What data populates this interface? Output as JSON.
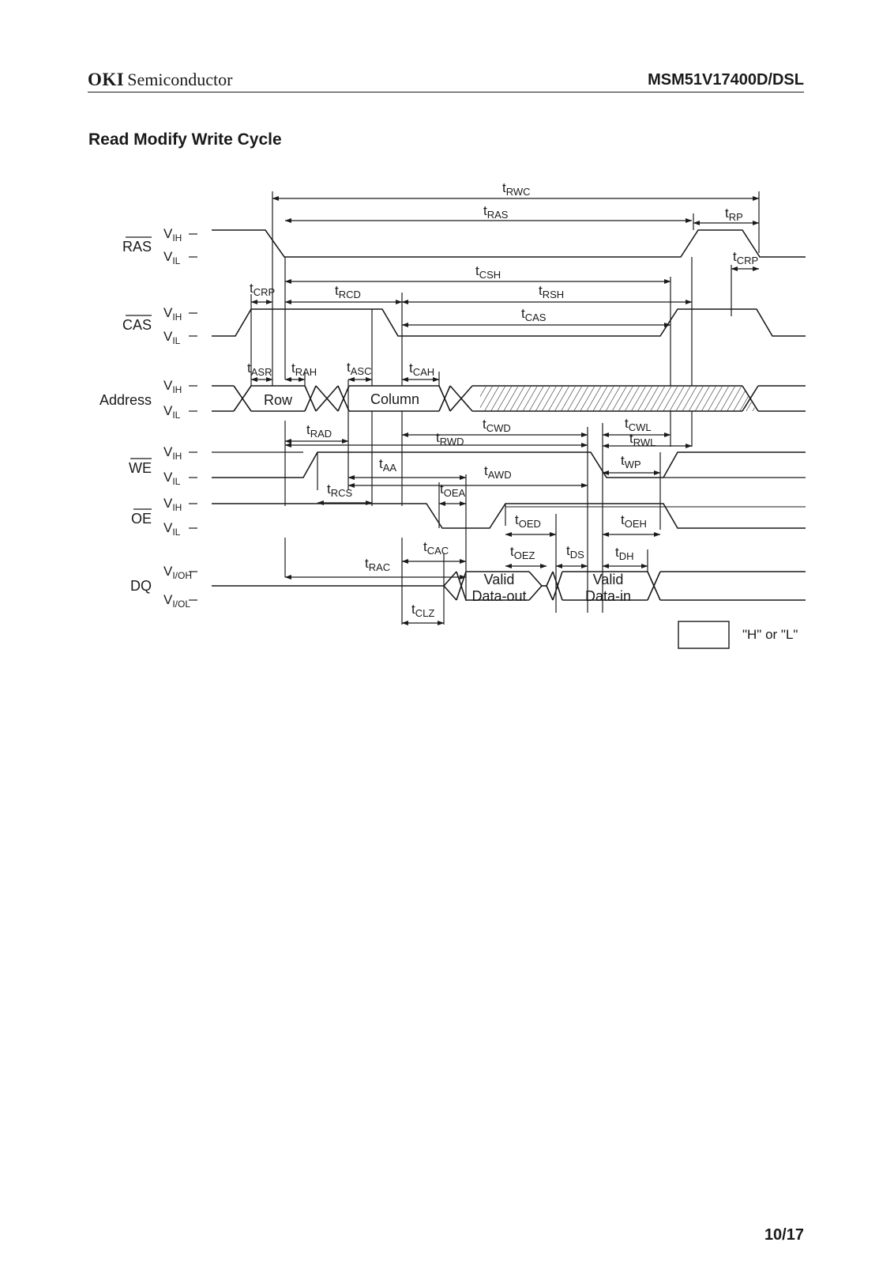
{
  "header": {
    "brand": "OKI",
    "brand_sub": "Semiconductor",
    "part_number": "MSM51V17400D/DSL"
  },
  "section_title": "Read Modify Write Cycle",
  "page_number": "10/17",
  "signals": [
    {
      "name": "RAS",
      "overbar": true,
      "high": {
        "base": "V",
        "sub": "IH"
      },
      "low": {
        "base": "V",
        "sub": "IL"
      }
    },
    {
      "name": "CAS",
      "overbar": true,
      "high": {
        "base": "V",
        "sub": "IH"
      },
      "low": {
        "base": "V",
        "sub": "IL"
      }
    },
    {
      "name": "Address",
      "overbar": false,
      "high": {
        "base": "V",
        "sub": "IH"
      },
      "low": {
        "base": "V",
        "sub": "IL"
      }
    },
    {
      "name": "WE",
      "overbar": true,
      "high": {
        "base": "V",
        "sub": "IH"
      },
      "low": {
        "base": "V",
        "sub": "IL"
      }
    },
    {
      "name": "OE",
      "overbar": true,
      "high": {
        "base": "V",
        "sub": "IH"
      },
      "low": {
        "base": "V",
        "sub": "IL"
      }
    },
    {
      "name": "DQ",
      "overbar": false,
      "high": {
        "base": "V",
        "sub": "I/OH"
      },
      "low": {
        "base": "V",
        "sub": "I/OL"
      }
    }
  ],
  "boxes": {
    "row": "Row",
    "column": "Column",
    "valid_data_out": [
      "Valid",
      "Data-out"
    ],
    "valid_data_in": [
      "Valid",
      "Data-in"
    ]
  },
  "legend": {
    "label": "\"H\" or \"L\""
  },
  "timing_params": {
    "t_rwc": "RWC",
    "t_ras": "RAS",
    "t_rp": "RP",
    "t_crp_1": "CRP",
    "t_csh": "CSH",
    "t_crp_2": "CRP",
    "t_rcd": "RCD",
    "t_rsh": "RSH",
    "t_cas": "CAS",
    "t_asr": "ASR",
    "t_rah": "RAH",
    "t_asc": "ASC",
    "t_cah": "CAH",
    "t_cwd": "CWD",
    "t_cwl": "CWL",
    "t_rad": "RAD",
    "t_rwd": "RWD",
    "t_rwl": "RWL",
    "t_aa": "AA",
    "t_awd": "AWD",
    "t_wp": "WP",
    "t_rcs": "RCS",
    "t_oea": "OEA",
    "t_oed": "OED",
    "t_oeh": "OEH",
    "t_cac": "CAC",
    "t_oez": "OEZ",
    "t_ds": "DS",
    "t_dh": "DH",
    "t_rac": "RAC",
    "t_clz": "CLZ"
  }
}
